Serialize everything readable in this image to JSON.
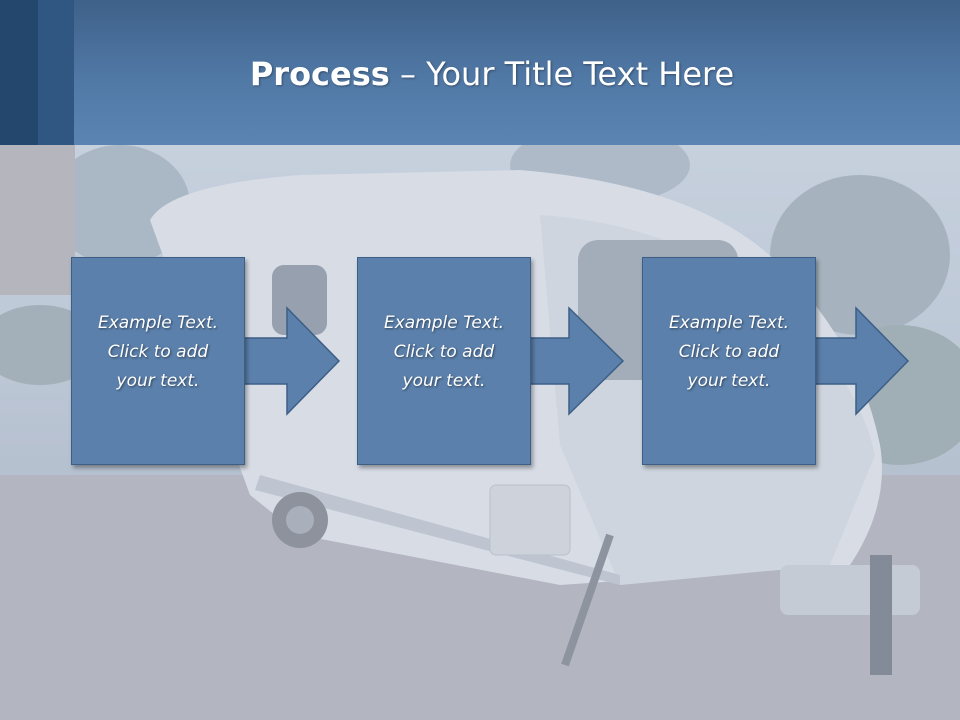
{
  "slide": {
    "title_bold": "Process",
    "title_rest": " – Your Title Text Here"
  },
  "steps": [
    {
      "text": "Example Text.\nClick  to add\nyour text."
    },
    {
      "text": "Example Text.\nClick  to add\nyour text."
    },
    {
      "text": "Example Text.\nClick  to add\nyour text."
    }
  ],
  "colors": {
    "header": "#5179a6",
    "box_fill": "#5b80ac",
    "box_border": "#3d5f86",
    "title_text": "#ffffff"
  }
}
